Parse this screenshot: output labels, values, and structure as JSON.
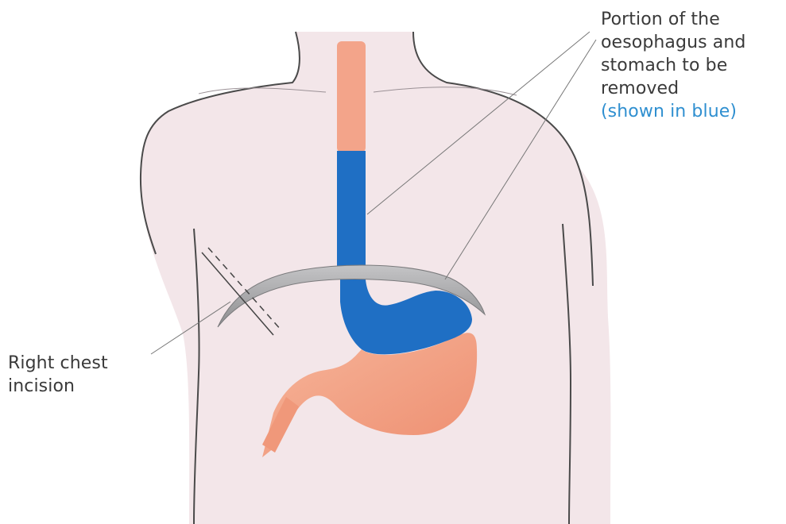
{
  "colors": {
    "background": "#ffffff",
    "body": "#f3e6e9",
    "body_outline": "#4a4a4a",
    "oesophagus_healthy": "#f3a48a",
    "removed_portion": "#1f6fc4",
    "diaphragm": "#a9a9ab",
    "stomach": "#f2a082",
    "label_text": "#3a3a3a",
    "blue_note_text": "#2f8fd0"
  },
  "labels": {
    "removal": {
      "line1": "Portion of the",
      "line2": "oesophagus and",
      "line3": "stomach to be",
      "line4": "removed",
      "note": "(shown in blue)"
    },
    "incision": {
      "line1": "Right chest",
      "line2": "incision"
    }
  }
}
